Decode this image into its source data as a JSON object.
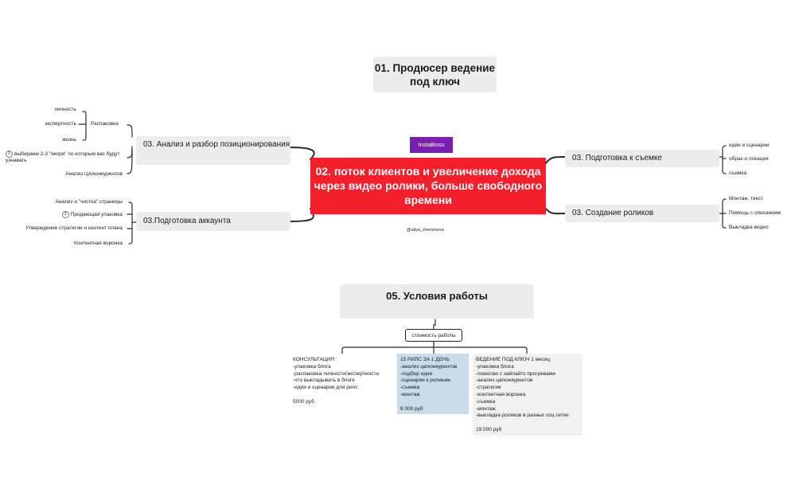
{
  "title": "01. Продюсер ведение под ключ",
  "badge": "InstaBoss",
  "central": "02. поток клиентов и увеличение дохода через видео ролики, больше свободного времени",
  "handle": "@aliya_sherstneva",
  "left_branches": [
    {
      "label": "03. Анализ и разбор позиционирования",
      "sub": {
        "label": "Распаковка",
        "items": [
          "личность",
          "экспертность",
          "жизнь"
        ]
      },
      "items": [
        {
          "num": "2",
          "text": "выбираем 2-3 \"якоря\" по которым вас будут узнавать"
        },
        {
          "text": "Анализ ЦА/конкурентов"
        }
      ]
    },
    {
      "label": "03.Подготовка аккаунта",
      "items": [
        {
          "text": "Анализ и \"чистка\" страницы"
        },
        {
          "num": "3",
          "text": "Продающая упаковка"
        },
        {
          "text": "Утверждение стратегии и контент плана"
        },
        {
          "text": "Контентная воронка"
        }
      ]
    }
  ],
  "right_branches": [
    {
      "label": "03. Подготовка к съемке",
      "items": [
        "идеи и сценарии",
        "образ и локация",
        "съемка"
      ]
    },
    {
      "label": "03. Создание роликов",
      "items": [
        "Монтаж, текст",
        "Помощь с описанием",
        "Выкладка видео"
      ]
    }
  ],
  "conditions": {
    "title": "05. Условия работы",
    "cost_label": "стоимость работы",
    "cards": [
      {
        "heading": "КОНСУЛЬТАЦИЯ",
        "lines": [
          "-упаковка блога",
          "-распаковка личности/экспертности",
          "-что выкладывать в блоге",
          "-идеи и сценарии для рилс"
        ],
        "price": "5000 руб"
      },
      {
        "heading": "15 РИЛС ЗА 1 ДЕНЬ",
        "lines": [
          "-анализ ца/конкурентов",
          "-подбор идеи",
          "-сценарии к роликам",
          "-съемка",
          "-монтаж"
        ],
        "price": "8 000 руб"
      },
      {
        "heading": "ВЕДЕНИЕ ПОД КЛЮЧ 1 месяц",
        "lines": [
          "-упаковка блога",
          "-помогаю с хайлайтс прогревами",
          "-анализ ца/конкурентов",
          "-стратегия",
          "-контентная воронка",
          "-съемка",
          "-монтаж",
          "-выкладка роликов в разных соц сетях"
        ],
        "price": "19 000 руб"
      }
    ]
  },
  "colors": {
    "central_bg": "#f3202c",
    "badge_bg": "#7a1fb0",
    "node_bg": "#ececec",
    "card_blue": "#c8dcea"
  }
}
